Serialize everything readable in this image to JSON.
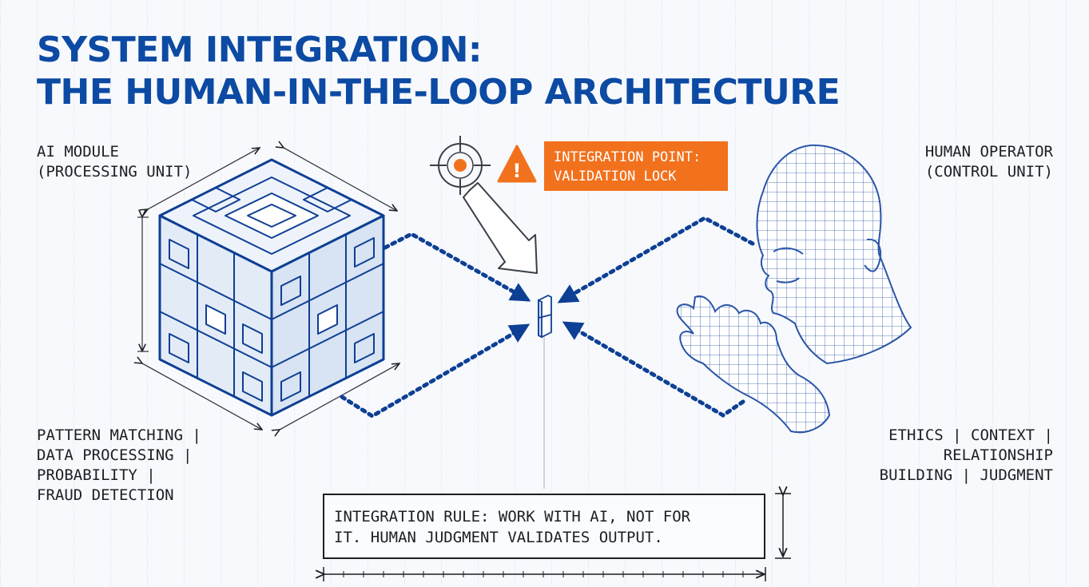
{
  "title": {
    "line1": "SYSTEM INTEGRATION:",
    "line2": "THE HUMAN-IN-THE-LOOP ARCHITECTURE"
  },
  "ai_module": {
    "line1": "AI MODULE",
    "line2": "(PROCESSING UNIT)",
    "capabilities": [
      "PATTERN MATCHING |",
      "DATA PROCESSING |",
      "PROBABILITY |",
      "FRAUD DETECTION"
    ]
  },
  "human_operator": {
    "line1": "HUMAN OPERATOR",
    "line2": "(CONTROL UNIT)",
    "capabilities": [
      "ETHICS | CONTEXT |",
      "RELATIONSHIP",
      "BUILDING | JUDGMENT"
    ]
  },
  "integration_point": {
    "line1": "INTEGRATION POINT:",
    "line2": "VALIDATION LOCK",
    "warning_icon": "!"
  },
  "integration_rule": {
    "line1": "INTEGRATION RULE: WORK WITH AI, NOT FOR",
    "line2": "IT. HUMAN JUDGMENT VALIDATES OUTPUT."
  },
  "colors": {
    "title_blue": "#0c4aa3",
    "connector_blue": "#0d3f94",
    "accent_orange": "#f2711d",
    "text_dark": "#1c1f24"
  }
}
